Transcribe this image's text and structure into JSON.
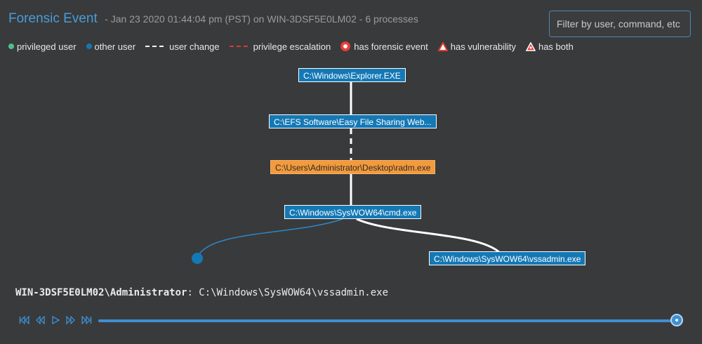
{
  "header": {
    "title": "Forensic Event",
    "subtitle": "- Jan 23 2020 01:44:04 pm (PST) on WIN-3DSF5E0LM02 - 6 processes"
  },
  "filter": {
    "placeholder": "Filter by user, command, etc"
  },
  "legend": {
    "privileged_user": "privileged user",
    "other_user": "other user",
    "user_change": "user change",
    "privilege_escalation": "privilege escalation",
    "has_forensic_event": "has forensic event",
    "has_vulnerability": "has vulnerability",
    "has_both": "has both"
  },
  "colors": {
    "accent": "#4a9cd8",
    "other_user": "#1478b5",
    "privileged_user": "#4fc08d",
    "forensic": "#f39a3c",
    "alert": "#e23b33"
  },
  "graph": {
    "nodes": [
      {
        "label": "C:\\Windows\\Explorer.EXE",
        "kind": "other-user"
      },
      {
        "label": "C:\\EFS Software\\Easy File Sharing Web...",
        "kind": "other-user"
      },
      {
        "label": "C:\\Users\\Administrator\\Desktop\\radm.exe",
        "kind": "forensic"
      },
      {
        "label": "C:\\Windows\\SysWOW64\\cmd.exe",
        "kind": "other-user"
      },
      {
        "label": "C:\\Windows\\SysWOW64\\vssadmin.exe",
        "kind": "other-user"
      }
    ]
  },
  "selection": {
    "user": "WIN-3DSF5E0LM02\\Administrator",
    "separator": ": ",
    "command": "C:\\Windows\\SysWOW64\\vssadmin.exe"
  },
  "playback": {
    "icons": [
      "skip-to-start-icon",
      "step-back-icon",
      "play-icon",
      "step-forward-icon",
      "skip-to-end-icon"
    ],
    "progress": 1.0
  }
}
